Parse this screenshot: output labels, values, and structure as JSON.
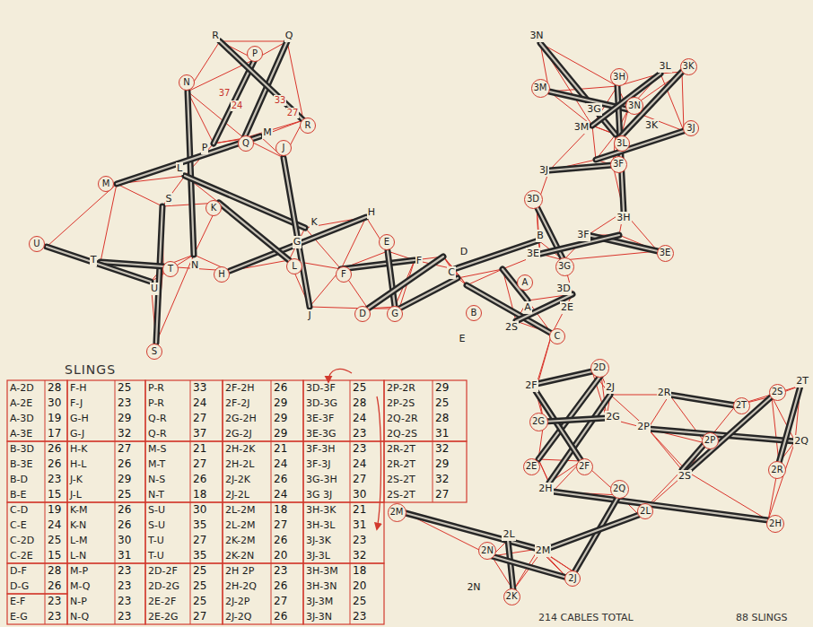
{
  "diagram": {
    "nodes": [
      {
        "text": [
          "P"
        ]
      },
      {
        "text": [
          "R"
        ]
      },
      {
        "text": [
          "Q"
        ]
      },
      {
        "text": [
          "N"
        ]
      },
      {
        "text": [
          "J"
        ]
      },
      {
        "text": [
          "M"
        ]
      },
      {
        "text": [
          "K"
        ]
      },
      {
        "text": [
          "E"
        ]
      },
      {
        "text": [
          "U"
        ]
      },
      {
        "text": [
          "L"
        ]
      },
      {
        "text": [
          "T"
        ]
      },
      {
        "text": [
          "F"
        ]
      },
      {
        "text": [
          "H"
        ]
      },
      {
        "text": [
          "B"
        ]
      },
      {
        "text": [
          "D"
        ]
      },
      {
        "text": [
          "G"
        ]
      },
      {
        "text": [
          "A"
        ]
      },
      {
        "text": [
          "S"
        ]
      },
      {
        "text": [
          "C"
        ]
      },
      {
        "text": [
          "3K"
        ]
      },
      {
        "text": [
          "3H"
        ]
      },
      {
        "text": [
          "3M"
        ]
      },
      {
        "text": [
          "3N"
        ]
      },
      {
        "text": [
          "3J"
        ]
      },
      {
        "text": [
          "3L"
        ]
      },
      {
        "text": [
          "3F"
        ]
      },
      {
        "text": [
          "3D"
        ]
      },
      {
        "text": [
          "3E"
        ]
      },
      {
        "text": [
          "3G"
        ]
      },
      {
        "text": [
          "2D"
        ]
      },
      {
        "text": [
          "2S"
        ]
      },
      {
        "text": [
          "2T"
        ]
      },
      {
        "text": [
          "2G"
        ]
      },
      {
        "text": [
          "2P"
        ]
      },
      {
        "text": [
          "2F"
        ]
      },
      {
        "text": [
          "2E"
        ]
      },
      {
        "text": [
          "2R"
        ]
      },
      {
        "text": [
          "2Q"
        ]
      },
      {
        "text": [
          "2L"
        ]
      },
      {
        "text": [
          "2M"
        ]
      },
      {
        "text": [
          "2H"
        ]
      },
      {
        "text": [
          "2N"
        ]
      },
      {
        "text": [
          "2J"
        ]
      },
      {
        "text": [
          "2K"
        ]
      }
    ],
    "labels": [
      "R",
      "Q",
      "P",
      "M",
      "L",
      "S",
      "K",
      "H",
      "G",
      "N",
      "T",
      "U",
      "J",
      "F",
      "D",
      "C",
      "E",
      "B",
      "A",
      "3N",
      "3L",
      "3M",
      "3K",
      "3G",
      "3J",
      "3H",
      "3F",
      "3E",
      "3D",
      "2E",
      "2S",
      "2F",
      "2J",
      "2G",
      "2R",
      "2T",
      "2P",
      "2Q",
      "2H",
      "2S",
      "2L",
      "2M",
      "2N",
      "37",
      "24",
      "33",
      "27",
      "SLINGS",
      "A-2D",
      "28",
      "A-2E",
      "30",
      "A-3D",
      "19",
      "A-3E",
      "17",
      "B-3D",
      "26",
      "B-3E",
      "26",
      "B-D",
      "23",
      "B-E",
      "15",
      "C-D",
      "19",
      "C-E",
      "24",
      "C-2D",
      "25",
      "C-2E",
      "15",
      "D-F",
      "28",
      "D-G",
      "26",
      "E-F",
      "23",
      "E-G",
      "23",
      "F-H",
      "25",
      "F-J",
      "23",
      "G-H",
      "29",
      "G-J",
      "32",
      "H-K",
      "27",
      "H-L",
      "26",
      "J-K",
      "29",
      "J-L",
      "25",
      "K-M",
      "26",
      "K-N",
      "26",
      "L-M",
      "30",
      "L-N",
      "31",
      "M-P",
      "23",
      "M-Q",
      "23",
      "N-P",
      "23",
      "N-Q",
      "23",
      "P-R",
      "33",
      "P-R",
      "24",
      "Q-R",
      "27",
      "Q-R",
      "37",
      "M-S",
      "21",
      "M-T",
      "27",
      "N-S",
      "26",
      "N-T",
      "18",
      "S-U",
      "30",
      "S-U",
      "35",
      "T-U",
      "27",
      "T-U",
      "35",
      "2D-2F",
      "25",
      "2D-2G",
      "25",
      "2E-2F",
      "25",
      "2E-2G",
      "27",
      "2F-2H",
      "26",
      "2F-2J",
      "29",
      "2G-2H",
      "29",
      "2G-2J",
      "29",
      "2H-2K",
      "21",
      "2H-2L",
      "24",
      "2J-2K",
      "26",
      "2J-2L",
      "24",
      "2L-2M",
      "18",
      "2L-2M",
      "27",
      "2K-2M",
      "26",
      "2K-2N",
      "20",
      "2H 2P",
      "23",
      "2H-2Q",
      "26",
      "2J-2P",
      "27",
      "2J-2Q",
      "26",
      "3D-3F",
      "25",
      "3D-3G",
      "28",
      "3E-3F",
      "24",
      "3E-3G",
      "23",
      "3F-3H",
      "23",
      "3F-3J",
      "24",
      "3G-3H",
      "27",
      "3G 3J",
      "30",
      "3H-3K",
      "21",
      "3H-3L",
      "31",
      "3J-3K",
      "23",
      "3J-3L",
      "32",
      "3H-3M",
      "18",
      "3H-3N",
      "20",
      "3J-3M",
      "25",
      "3J-3N",
      "23",
      "2P-2R",
      "29",
      "2P-2S",
      "25",
      "2Q-2R",
      "28",
      "2Q-2S",
      "31",
      "2R-2T",
      "32",
      "2R-2T",
      "29",
      "2S-2T",
      "32",
      "2S-2T",
      "27",
      "214 CABLES TOTAL",
      "88 SLINGS"
    ]
  }
}
